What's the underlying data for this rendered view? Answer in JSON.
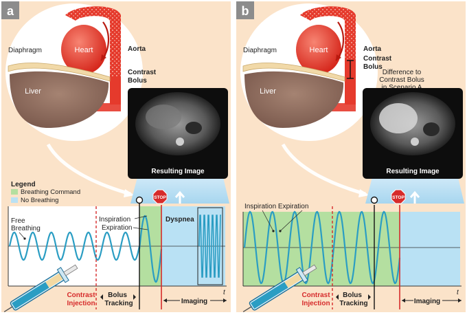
{
  "panels": [
    {
      "letter": "a",
      "labels": {
        "diaphragm": "Diaphragm",
        "heart": "Heart",
        "aorta": "Aorta",
        "contrast": "Contrast",
        "bolus": "Bolus",
        "liver": "Liver",
        "resulting_image": "Resulting Image",
        "stop": "STOP"
      },
      "legend": {
        "title": "Legend",
        "items": [
          "Breathing Command",
          "No Breathing"
        ]
      },
      "graph": {
        "free": "Free",
        "breathing": "Breathing",
        "inspiration": "Inspiration",
        "expiration": "Expiration",
        "dyspnea": "Dyspnea",
        "t": "t"
      },
      "phases": {
        "contrast": "Contrast",
        "injection": "Injection",
        "bolus": "Bolus",
        "tracking": "Tracking",
        "imaging": "Imaging"
      }
    },
    {
      "letter": "b",
      "labels": {
        "diaphragm": "Diaphragm",
        "heart": "Heart",
        "aorta": "Aorta",
        "contrast": "Contrast",
        "bolus": "Bolus",
        "liver": "Liver",
        "resulting_image": "Resulting Image",
        "stop": "STOP",
        "difference_1": "Difference to",
        "difference_2": "Contrast Bolus",
        "difference_3": "in Scenario A"
      },
      "graph": {
        "inspiration_expiration": "Inspiration Expiration",
        "t": "t"
      },
      "phases": {
        "contrast": "Contrast",
        "injection": "Injection",
        "bolus": "Bolus",
        "tracking": "Tracking",
        "imaging": "Imaging"
      }
    }
  ],
  "colors": {
    "panel_bg": "#fbe3c9",
    "heart": "#e63b2e",
    "liver": "#8f6a5b",
    "breathing_command": "#b4dfa0",
    "no_breathing": "#b9e1f4",
    "wave": "#2a9dc3",
    "dash_red": "#d62b2b"
  }
}
